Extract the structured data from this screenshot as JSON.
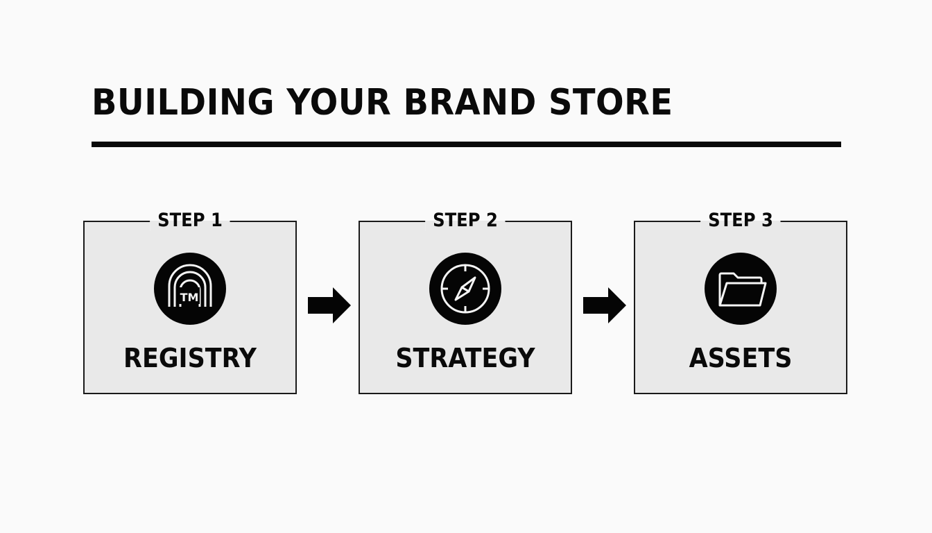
{
  "title": "BUILDING YOUR BRAND STORE",
  "colors": {
    "background": "#fafafa",
    "box_fill": "#e9e9e9",
    "ink": "#0a0a0a"
  },
  "steps": [
    {
      "label": "STEP 1",
      "name": "REGISTRY",
      "icon": "trademark-arch-icon",
      "icon_text": "TM"
    },
    {
      "label": "STEP 2",
      "name": "STRATEGY",
      "icon": "compass-icon"
    },
    {
      "label": "STEP 3",
      "name": "ASSETS",
      "icon": "open-folder-icon"
    }
  ],
  "connectors": [
    {
      "from": "STEP 1",
      "to": "STEP 2",
      "icon": "arrow-right-icon"
    },
    {
      "from": "STEP 2",
      "to": "STEP 3",
      "icon": "arrow-right-icon"
    }
  ]
}
